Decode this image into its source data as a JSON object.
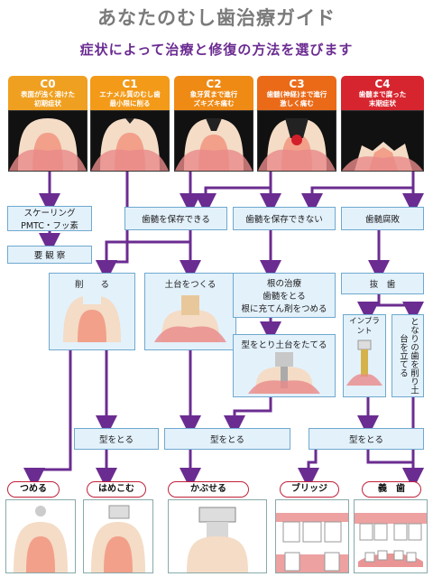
{
  "title": "あなたのむし歯治療ガイド",
  "subtitle": "症状によって治療と修復の方法を選びます",
  "colors": {
    "c0": "#f0a020",
    "c1": "#f39a19",
    "c2": "#ef8a14",
    "c3": "#ea6a18",
    "c4": "#d7252f",
    "arrow": "#6b2c91",
    "box_fill": "#e3f1fb",
    "box_border": "#6fa9cf"
  },
  "stages": [
    {
      "code": "C0",
      "line1": "表面が浅く溶けた",
      "line2": "初期症状"
    },
    {
      "code": "C1",
      "line1": "エナメル質のむし歯",
      "line2": "最小限に削る"
    },
    {
      "code": "C2",
      "line1": "象牙質まで進行",
      "line2": "ズキズキ痛む"
    },
    {
      "code": "C3",
      "line1": "歯髄(神経)まで進行",
      "line2": "激しく痛む"
    },
    {
      "code": "C4",
      "line1": "歯髄まで腐った",
      "line2": "末期症状"
    }
  ],
  "boxes": {
    "scaling_1": "スケーリング",
    "scaling_2": "PMTC・フッ素",
    "observe": "要 観 察",
    "preserve": "歯髄を保存できる",
    "not_preserve": "歯髄を保存できない",
    "necrosis": "歯髄腐敗",
    "cut": "削　　る",
    "foundation": "土台をつくる",
    "root_1": "根の治療",
    "root_2": "歯髄をとる",
    "root_3": "根に充てん剤をつめる",
    "mold_foundation": "型をとり土台をたてる",
    "extract": "抜　歯",
    "implant": "インプラント",
    "neighbor": "となりの歯を削り土台を立てる",
    "mold_1": "型をとる",
    "mold_2": "型をとる",
    "mold_3": "型をとる"
  },
  "results": [
    {
      "label": "つめる"
    },
    {
      "label": "はめこむ"
    },
    {
      "label": "かぶせる"
    },
    {
      "label": "ブリッジ"
    },
    {
      "label": "義　歯"
    }
  ]
}
